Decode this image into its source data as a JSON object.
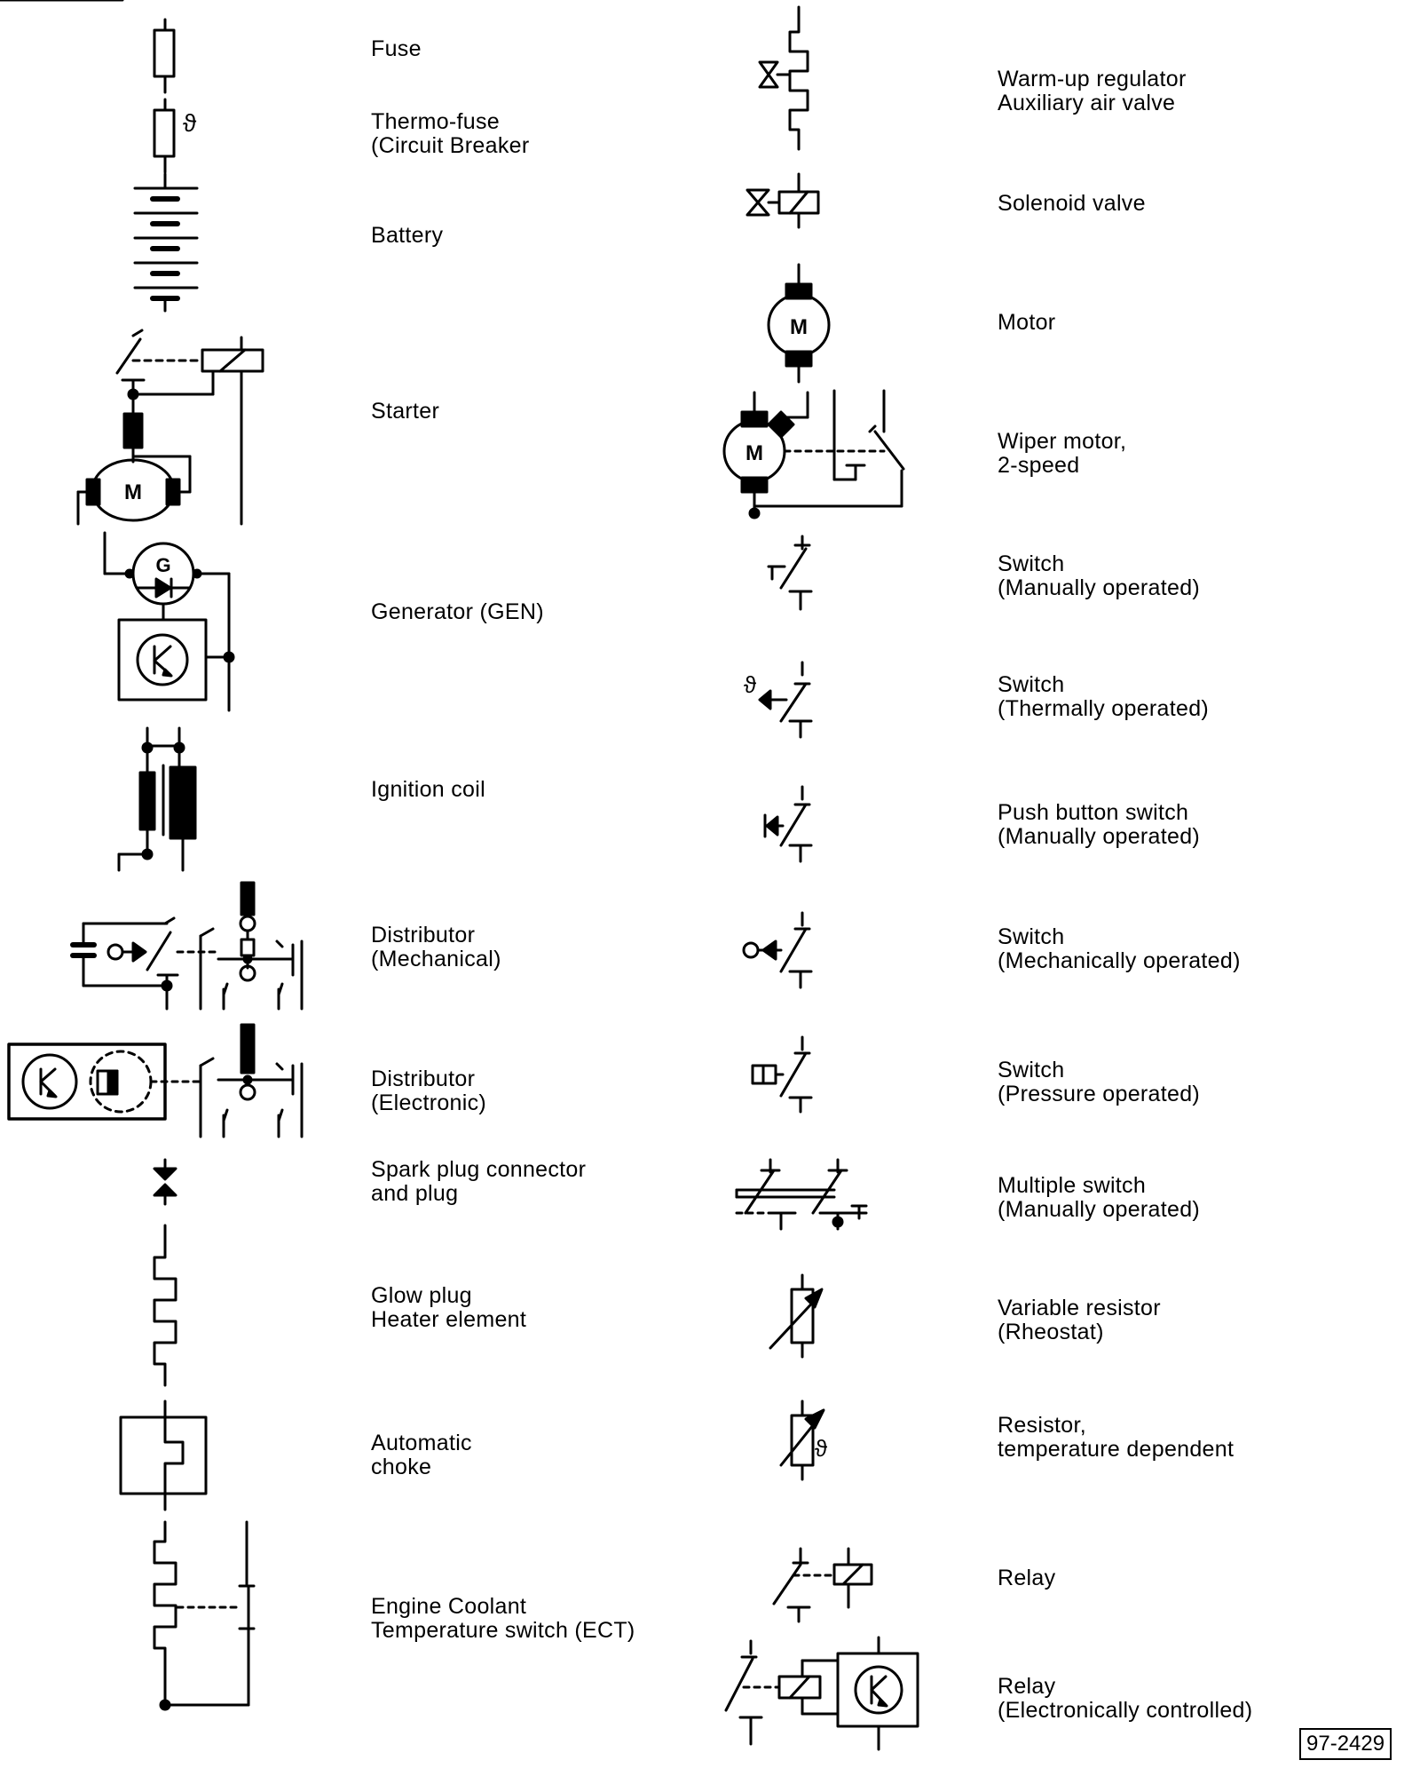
{
  "left_column": [
    {
      "id": "fuse",
      "lines": [
        "Fuse"
      ],
      "icon": "fuse-icon"
    },
    {
      "id": "thermo-fuse",
      "lines": [
        "Thermo-fuse",
        "(Circuit Breaker"
      ],
      "icon": "thermo-fuse-icon"
    },
    {
      "id": "battery",
      "lines": [
        "Battery"
      ],
      "icon": "battery-icon"
    },
    {
      "id": "starter",
      "lines": [
        "Starter"
      ],
      "icon": "starter-icon",
      "glyph": "M"
    },
    {
      "id": "generator",
      "lines": [
        "Generator (GEN)"
      ],
      "icon": "generator-icon",
      "glyph": "G"
    },
    {
      "id": "ignition-coil",
      "lines": [
        "Ignition coil"
      ],
      "icon": "ignition-coil-icon"
    },
    {
      "id": "distributor-mechanical",
      "lines": [
        "Distributor",
        "(Mechanical)"
      ],
      "icon": "distributor-mechanical-icon"
    },
    {
      "id": "distributor-electronic",
      "lines": [
        "Distributor",
        "(Electronic)"
      ],
      "icon": "distributor-electronic-icon"
    },
    {
      "id": "spark-plug",
      "lines": [
        "Spark plug connector",
        "and plug"
      ],
      "icon": "spark-plug-icon"
    },
    {
      "id": "glow-plug",
      "lines": [
        "Glow plug",
        "Heater element"
      ],
      "icon": "glow-plug-icon"
    },
    {
      "id": "automatic-choke",
      "lines": [
        "Automatic",
        "choke"
      ],
      "icon": "automatic-choke-icon"
    },
    {
      "id": "ect-switch",
      "lines": [
        "Engine Coolant",
        "Temperature switch (ECT)"
      ],
      "icon": "ect-switch-icon"
    }
  ],
  "right_column": [
    {
      "id": "warm-up-regulator",
      "lines": [
        "Warm-up regulator",
        "Auxiliary air valve"
      ],
      "icon": "warm-up-regulator-icon"
    },
    {
      "id": "solenoid-valve",
      "lines": [
        "Solenoid valve"
      ],
      "icon": "solenoid-valve-icon"
    },
    {
      "id": "motor",
      "lines": [
        "Motor"
      ],
      "icon": "motor-icon",
      "glyph": "M"
    },
    {
      "id": "wiper-motor",
      "lines": [
        "Wiper motor,",
        "2-speed"
      ],
      "icon": "wiper-motor-icon",
      "glyph": "M"
    },
    {
      "id": "switch-manual",
      "lines": [
        "Switch",
        "(Manually operated)"
      ],
      "icon": "manual-switch-icon"
    },
    {
      "id": "switch-thermal",
      "lines": [
        "Switch",
        "(Thermally operated)"
      ],
      "icon": "thermal-switch-icon"
    },
    {
      "id": "push-button",
      "lines": [
        "Push button switch",
        "(Manually operated)"
      ],
      "icon": "push-button-switch-icon"
    },
    {
      "id": "switch-mechanical",
      "lines": [
        "Switch",
        "(Mechanically operated)"
      ],
      "icon": "mechanical-switch-icon"
    },
    {
      "id": "switch-pressure",
      "lines": [
        "Switch",
        "(Pressure operated)"
      ],
      "icon": "pressure-switch-icon"
    },
    {
      "id": "multiple-switch",
      "lines": [
        "Multiple switch",
        "(Manually operated)"
      ],
      "icon": "multiple-switch-icon"
    },
    {
      "id": "rheostat",
      "lines": [
        "Variable resistor",
        "(Rheostat)"
      ],
      "icon": "rheostat-icon"
    },
    {
      "id": "temp-resistor",
      "lines": [
        "Resistor,",
        "temperature dependent"
      ],
      "icon": "temp-resistor-icon"
    },
    {
      "id": "relay",
      "lines": [
        "Relay"
      ],
      "icon": "relay-icon"
    },
    {
      "id": "relay-electronic",
      "lines": [
        "Relay",
        "(Electronically controlled)"
      ],
      "icon": "electronic-relay-icon"
    }
  ],
  "figure_number": "97-2429",
  "colors": {
    "ink": "#000000",
    "paper": "#ffffff"
  }
}
